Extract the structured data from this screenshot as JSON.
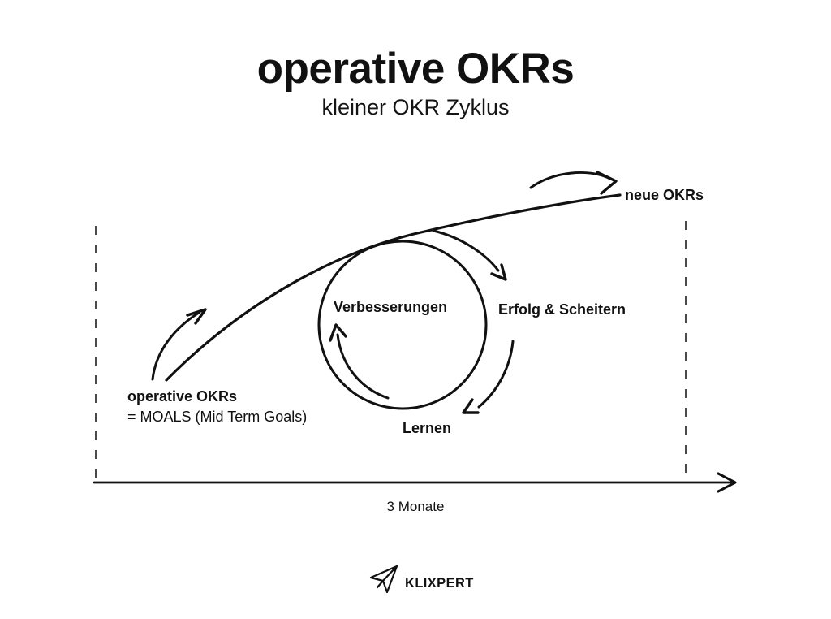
{
  "header": {
    "title": "operative OKRs",
    "subtitle": "kleiner OKR Zyklus"
  },
  "diagram": {
    "labels": {
      "new_okrs": "neue OKRs",
      "improvements": "Verbesserungen",
      "success_failure": "Erfolg & Scheitern",
      "learning": "Lernen",
      "operative_okrs": "operative OKRs",
      "operative_okrs_sub": "= MOALS (Mid Term Goals)"
    },
    "timeline": {
      "label": "3 Monate"
    },
    "icons": {
      "cycle": "circle-loop",
      "arrows": "hand-drawn-arrow"
    },
    "colors": {
      "ink": "#111111",
      "dashed_line": "#4a4a4a",
      "background": "#ffffff"
    }
  },
  "footer": {
    "brand": "KLIXPERT",
    "logo_icon": "paper-plane-icon"
  }
}
